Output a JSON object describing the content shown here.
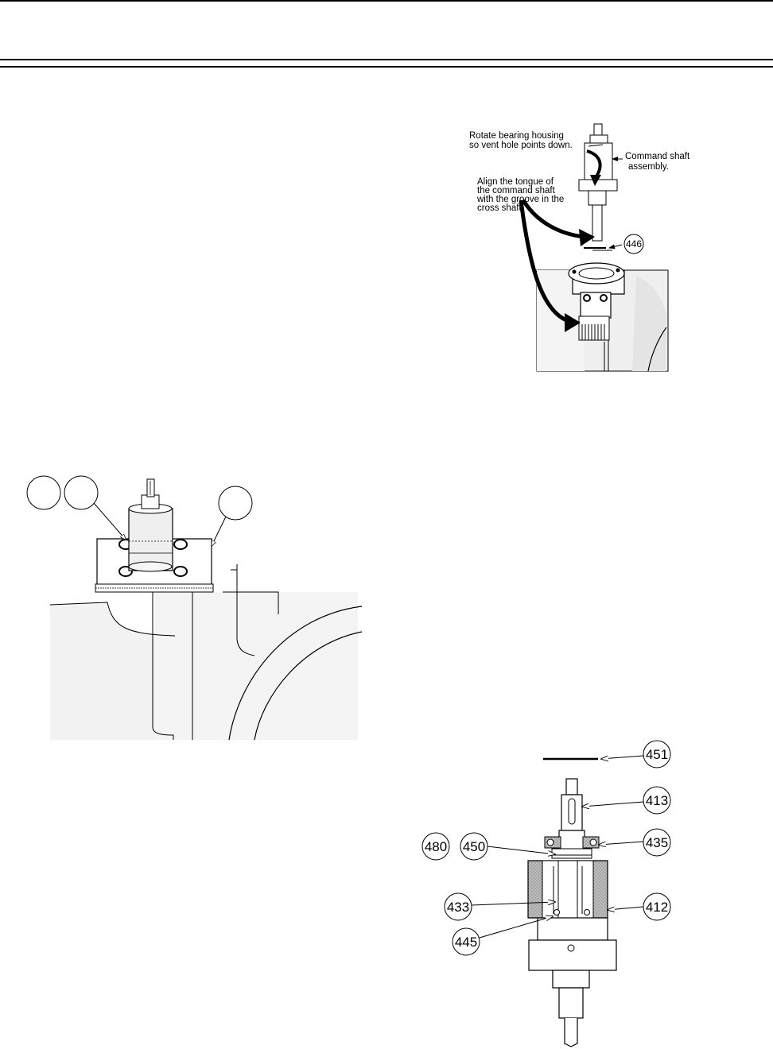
{
  "top_figure": {
    "annotations": {
      "rotate_line1": "Rotate bearing housing",
      "rotate_line2": "so vent hole points down.",
      "command_line1": "Command shaft",
      "command_line2": "assembly.",
      "align_line1": "Align the tongue of",
      "align_line2": "the command shaft",
      "align_line3": "with the groove in the",
      "align_line4": "cross shaft."
    },
    "callout": "446"
  },
  "bottom_figure": {
    "callouts": {
      "c451": "451",
      "c413": "413",
      "c435": "435",
      "c480": "480",
      "c450": "450",
      "c433": "433",
      "c412": "412",
      "c445": "445"
    }
  }
}
